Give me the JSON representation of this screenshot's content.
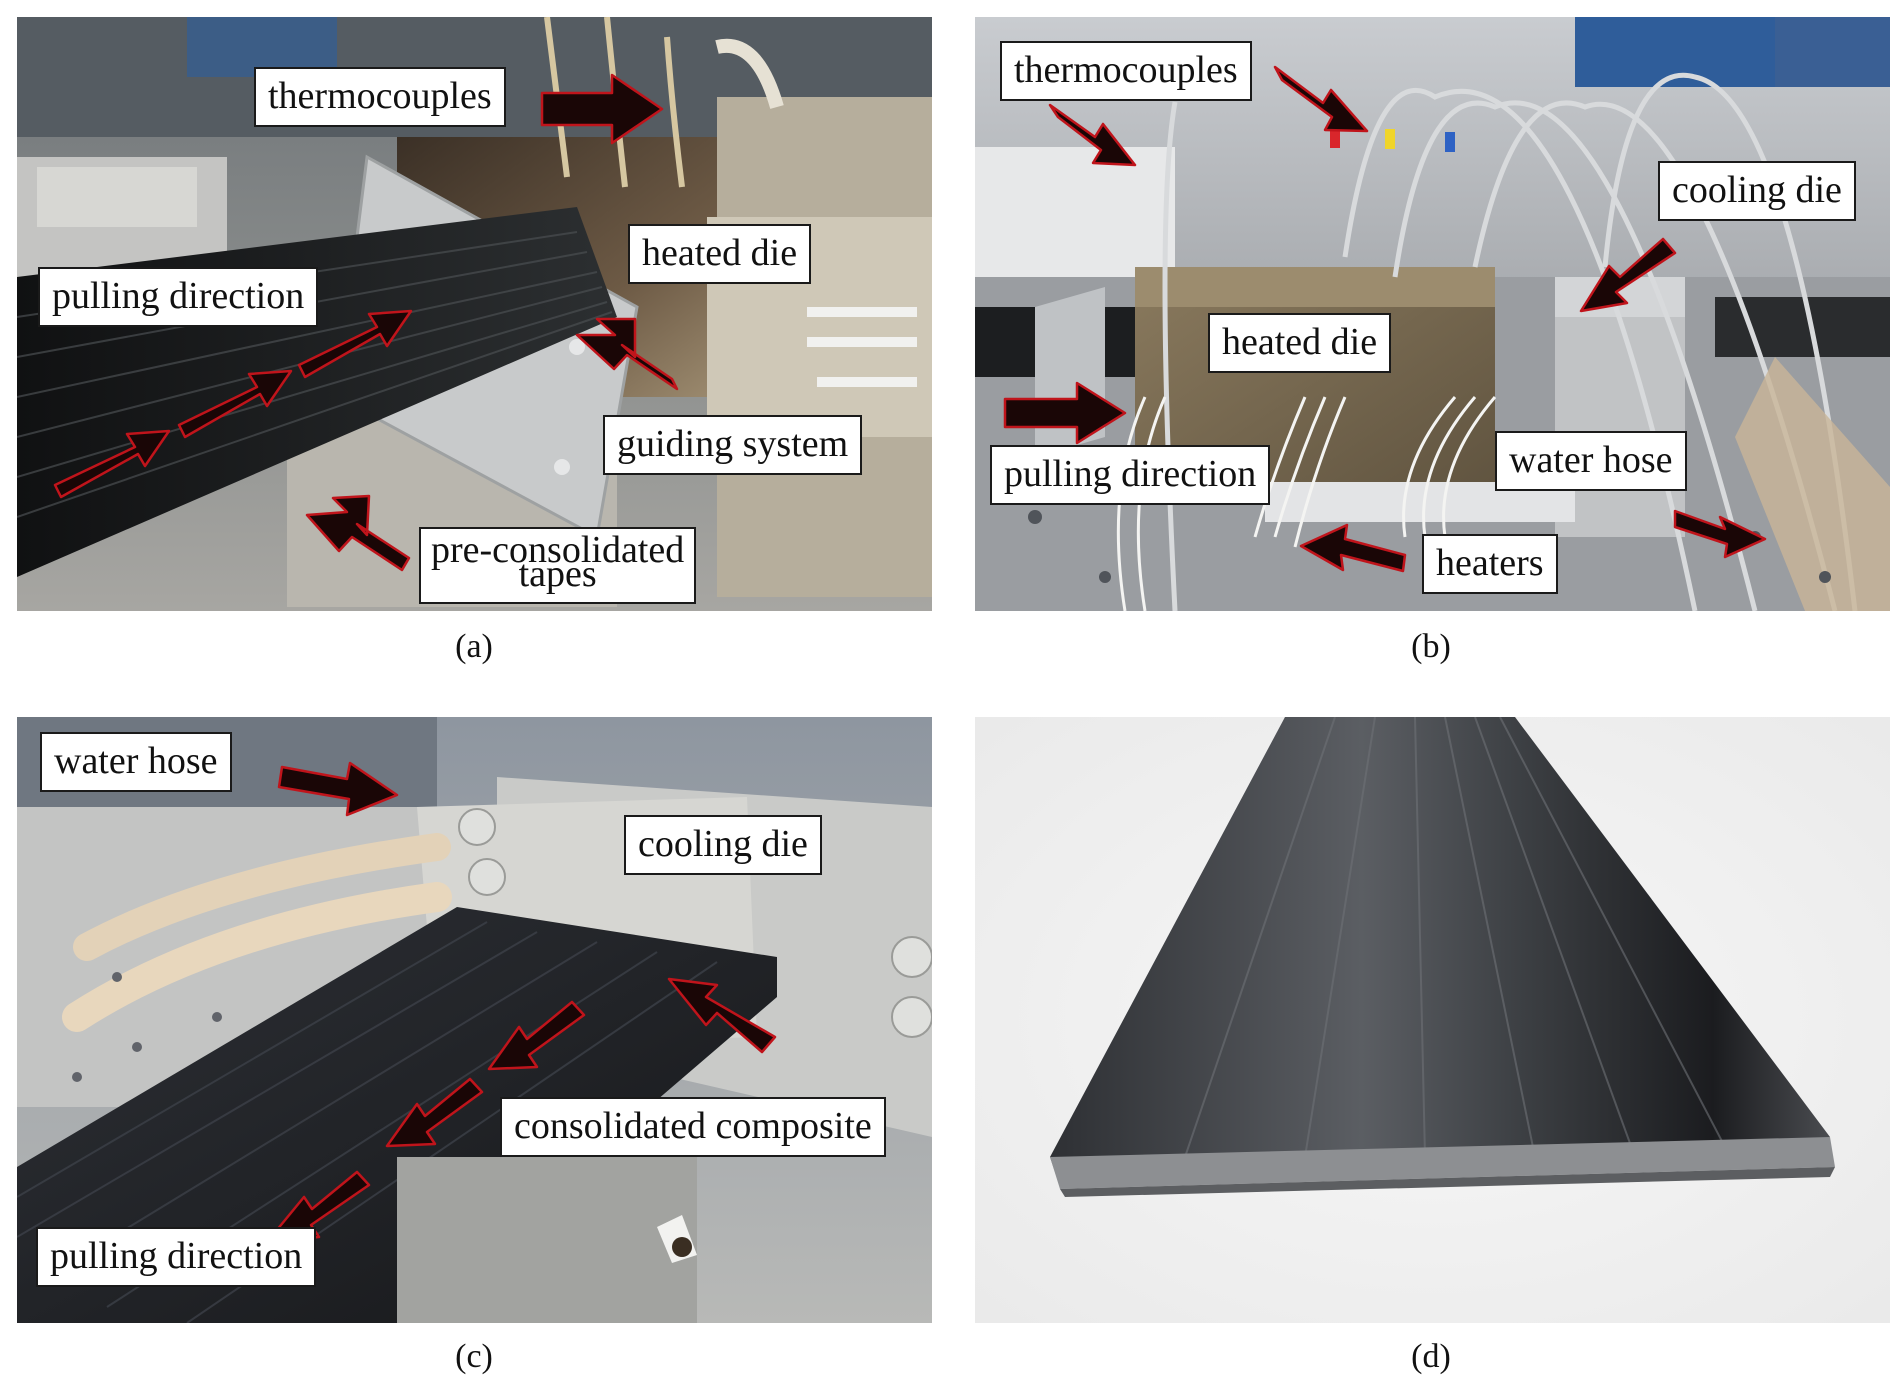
{
  "panels": {
    "a": {
      "caption": "(a)",
      "labels": {
        "thermocouples": "thermocouples",
        "heated_die": "heated die",
        "pulling_direction": "pulling direction",
        "guiding_system": "guiding system",
        "tapes_line1": "pre-consolidated",
        "tapes_line2": "tapes"
      }
    },
    "b": {
      "caption": "(b)",
      "labels": {
        "thermocouples": "thermocouples",
        "cooling_die": "cooling die",
        "heated_die": "heated die",
        "water_hose": "water hose",
        "pulling_direction": "pulling direction",
        "heaters": "heaters"
      }
    },
    "c": {
      "caption": "(c)",
      "labels": {
        "water_hose": "water hose",
        "cooling_die": "cooling die",
        "consolidated_composite": "consolidated composite",
        "pulling_direction": "pulling direction"
      }
    },
    "d": {
      "caption": "(d)"
    }
  },
  "colors": {
    "arrow_fill": "#1a0606",
    "arrow_outline": "#c0141b",
    "label_border": "#1a1a1a"
  }
}
